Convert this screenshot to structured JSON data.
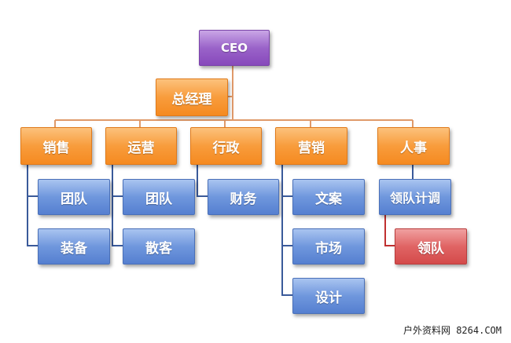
{
  "ceo": "CEO",
  "gm": "总经理",
  "departments": [
    {
      "label": "销售",
      "children": [
        "团队",
        "装备"
      ]
    },
    {
      "label": "运营",
      "children": [
        "团队",
        "散客"
      ]
    },
    {
      "label": "行政",
      "children": [
        "财务"
      ]
    },
    {
      "label": "营销",
      "children": [
        "文案",
        "市场",
        "设计"
      ]
    },
    {
      "label": "人事",
      "children": [
        "领队计调"
      ],
      "sub": "领队"
    }
  ],
  "watermark": "户外资料网 8264.COM",
  "colors": {
    "ceo": "#9a63c9",
    "manager": "#f89c3c",
    "unit": "#6f97dd",
    "highlight": "#e06464",
    "line_orange": "#e8a070",
    "line_blue": "#4a70b8",
    "line_red": "#c03030"
  }
}
